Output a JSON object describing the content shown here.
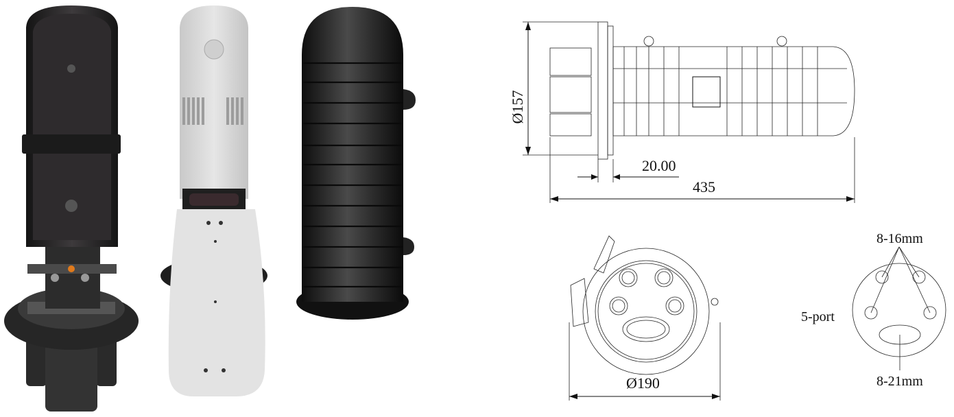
{
  "dimensions": {
    "diameter_side": "Ø157",
    "flange_offset": "20.00",
    "total_length": "435",
    "diameter_base": "Ø190",
    "small_port_range": "8-16mm",
    "oval_port_range": "8-21mm",
    "port_count": "5-port"
  },
  "colors": {
    "closure_dark": "#2b2b2b",
    "closure_black": "#1a1a1a",
    "tray_grey": "#d9d9d9",
    "line": "#111111"
  }
}
